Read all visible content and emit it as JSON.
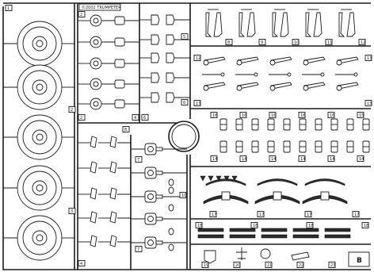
{
  "sprue": {
    "kit_label": "©2002 TRUMPETER",
    "letter": "B",
    "part_numbers": {
      "corner": "1",
      "wheel_col": [
        "2",
        "3",
        "4"
      ],
      "upper_mid_a": "5",
      "upper_mid_b": "6",
      "lower_left": "8",
      "lower_mid": "7",
      "mid_small": "10",
      "right_row1": [
        "8",
        "9",
        "10",
        "11",
        "12"
      ],
      "right_row2": [
        "12",
        "13"
      ],
      "right_row3": [
        "16",
        "16",
        "16",
        "16",
        "16",
        "15"
      ],
      "right_row4": [
        "14",
        "14",
        "14",
        "14",
        "14",
        "14"
      ],
      "right_row5": [
        "17",
        "17",
        "17",
        "17"
      ],
      "right_row6": [
        "18",
        "18",
        "18",
        "18"
      ],
      "right_row7": [
        "19",
        "20",
        "21",
        "22",
        "23"
      ]
    }
  }
}
